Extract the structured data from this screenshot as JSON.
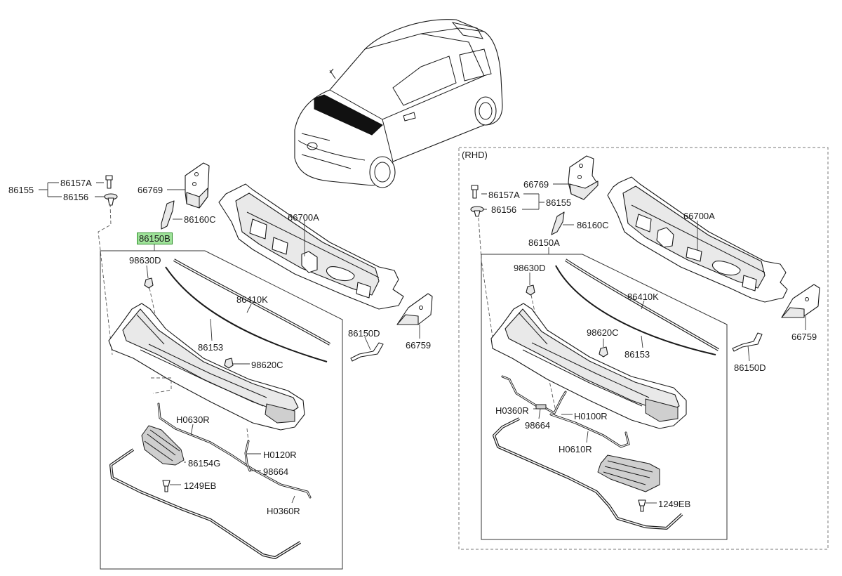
{
  "rhd_label": "(RHD)",
  "left_labels": {
    "p86155": "86155",
    "p86157a": "86157A",
    "p86156": "86156",
    "p66769": "66769",
    "p86160c": "86160C",
    "p86150b": "86150B",
    "p66700a": "66700A",
    "p98630d": "98630D",
    "p86410k": "86410K",
    "p86153": "86153",
    "p86150d": "86150D",
    "p66759": "66759",
    "p98620c": "98620C",
    "ph0630r": "H0630R",
    "ph0120r": "H0120R",
    "p86154g": "86154G",
    "p98664": "98664",
    "p1249eb": "1249EB",
    "ph0360r": "H0360R"
  },
  "right_labels": {
    "p66769": "66769",
    "p86157a": "86157A",
    "p86155": "86155",
    "p86156": "86156",
    "p66700a": "66700A",
    "p86160c": "86160C",
    "p86150a": "86150A",
    "p98630d": "98630D",
    "p86410k": "86410K",
    "p98620c": "98620C",
    "p86153": "86153",
    "p66759": "66759",
    "p86150d": "86150D",
    "ph0360r": "H0360R",
    "ph0100r": "H0100R",
    "p98664": "98664",
    "ph0610r": "H0610R",
    "p1249eb": "1249EB"
  },
  "highlight_color": "#9fe39a"
}
